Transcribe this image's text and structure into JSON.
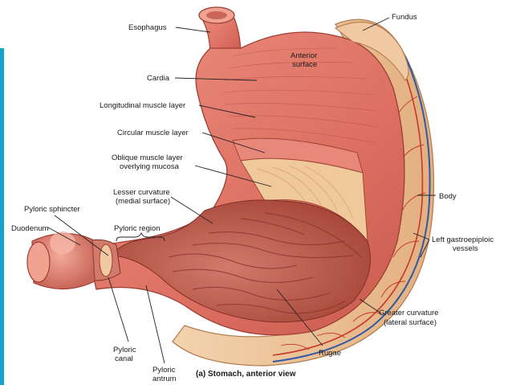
{
  "figure": {
    "caption": "(a) Stomach, anterior view",
    "labels": {
      "esophagus": "Esophagus",
      "fundus": "Fundus",
      "anterior_surface_1": "Anterior",
      "anterior_surface_2": "surface",
      "cardia": "Cardia",
      "longitudinal": "Longitudinal muscle layer",
      "circular": "Circular muscle layer",
      "oblique_1": "Oblique muscle layer",
      "oblique_2": "overlying mucosa",
      "lesser_1": "Lesser curvature",
      "lesser_2": "(medial surface)",
      "pyloric_sphincter": "Pyloric sphincter",
      "duodenum": "Duodenum",
      "pyloric_region": "Pyloric region",
      "body": "Body",
      "left_gastro_1": "Left gastroepiploic",
      "left_gastro_2": "vessels",
      "greater_1": "Greater curvature",
      "greater_2": "(lateral surface)",
      "rugae": "Rugae",
      "pyloric_canal_1": "Pyloric",
      "pyloric_canal_2": "canal",
      "pyloric_antrum_1": "Pyloric",
      "pyloric_antrum_2": "antrum"
    }
  },
  "colors": {
    "muscle": "#e0776a",
    "muscle_dark": "#b94a3e",
    "mucosa": "#c9695c",
    "rugae": "#9e3d33",
    "fat": "#eec59c",
    "vessel": "#c7372a",
    "vein": "#2f58a6",
    "accent": "#16a3c9"
  }
}
